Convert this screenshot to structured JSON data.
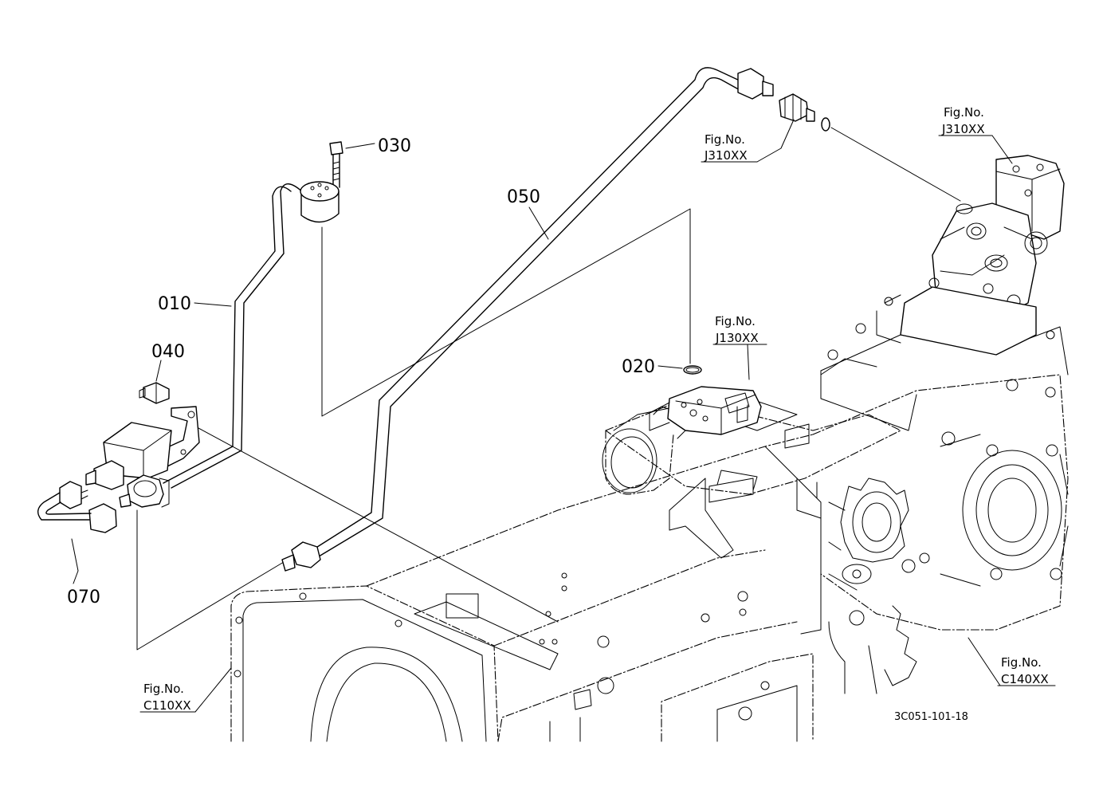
{
  "parts": {
    "p010": "010",
    "p020": "020",
    "p030": "030",
    "p040": "040",
    "p050": "050",
    "p070": "070"
  },
  "figs": {
    "j310_left": {
      "line1": "Fig.No.",
      "line2": "J310XX"
    },
    "j310_right": {
      "line1": "Fig.No.",
      "line2": "J310XX"
    },
    "j130": {
      "line1": "Fig.No.",
      "line2": "J130XX"
    },
    "c110": {
      "line1": "Fig.No.",
      "line2": "C110XX"
    },
    "c140": {
      "line1": "Fig.No.",
      "line2": "C140XX"
    }
  },
  "drawing_code": "3C051-101-18"
}
